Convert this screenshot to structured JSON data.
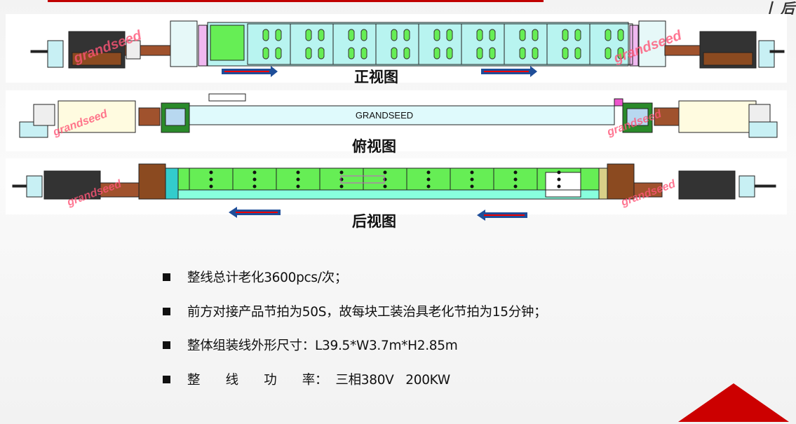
{
  "header": {
    "corner_text": "丨 后"
  },
  "views": [
    {
      "label": "正视图",
      "watermark": "grandseed"
    },
    {
      "label": "俯视图",
      "banner": "GRANDSEED",
      "watermark": "grandseed"
    },
    {
      "label": "后视图",
      "watermark": "grandseed"
    }
  ],
  "bullets": [
    "整线总计老化3600pcs/次；",
    "前方对接产品节拍为50S，故每块工装治具老化节拍为15分钟；",
    "整体组装线外形尺寸：L39.5*W3.7m*H2.85m",
    "整　　线　　功　　率：  三相380V   200KW"
  ],
  "colors": {
    "accent": "#cc0000",
    "oven_front": "#b8f4f0",
    "oven_back": "#66ee55",
    "top_view": "#dffafc",
    "arrow": "#1f4e99"
  }
}
